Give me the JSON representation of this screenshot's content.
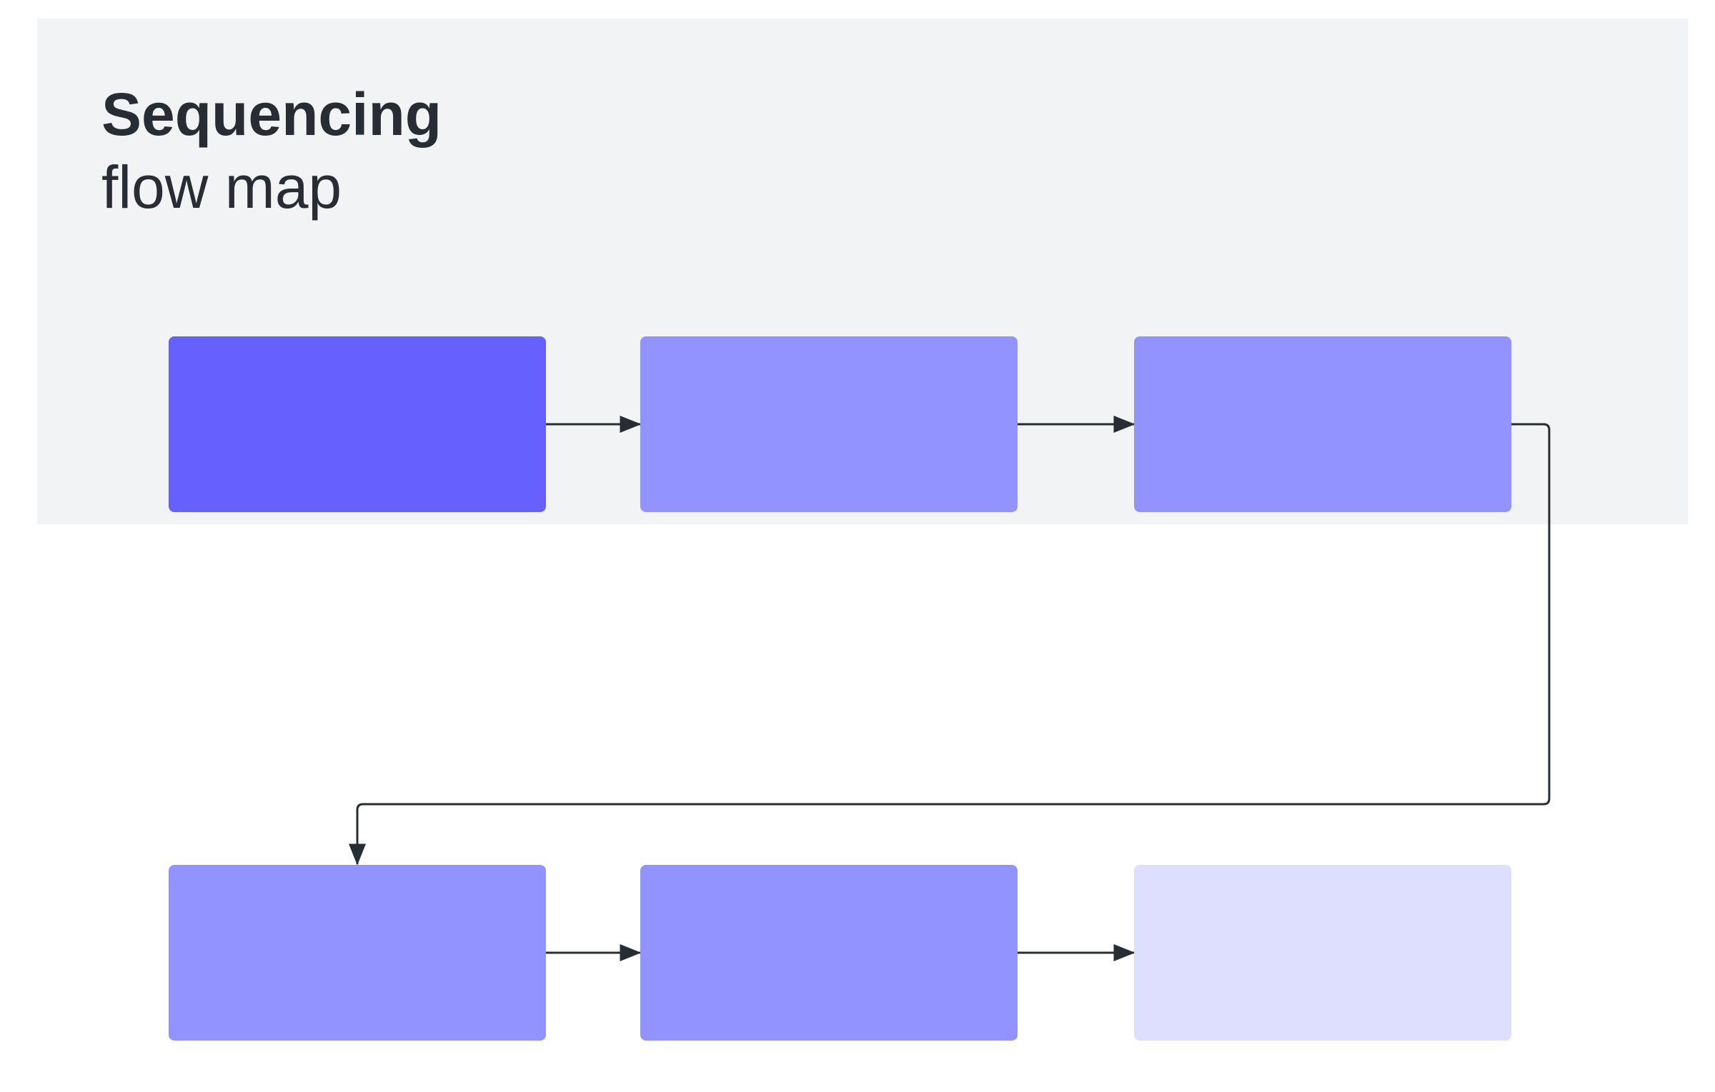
{
  "diagram": {
    "title": "Sequencing",
    "subtitle": "flow map",
    "colors": {
      "panel_background": "#f2f3f5",
      "title_text": "#282c33",
      "connector": "#282c33",
      "step_active": "#6660ff",
      "step_pending": "#9393ff",
      "step_future": "#dedeff"
    },
    "steps": [
      {
        "id": "step-1",
        "label": "",
        "state": "active"
      },
      {
        "id": "step-2",
        "label": "",
        "state": "pending"
      },
      {
        "id": "step-3",
        "label": "",
        "state": "pending"
      },
      {
        "id": "step-4",
        "label": "",
        "state": "pending"
      },
      {
        "id": "step-5",
        "label": "",
        "state": "pending"
      },
      {
        "id": "step-6",
        "label": "",
        "state": "future"
      }
    ],
    "connections": [
      {
        "from": "step-1",
        "to": "step-2"
      },
      {
        "from": "step-2",
        "to": "step-3"
      },
      {
        "from": "step-3",
        "to": "step-4"
      },
      {
        "from": "step-4",
        "to": "step-5"
      },
      {
        "from": "step-5",
        "to": "step-6"
      }
    ]
  }
}
